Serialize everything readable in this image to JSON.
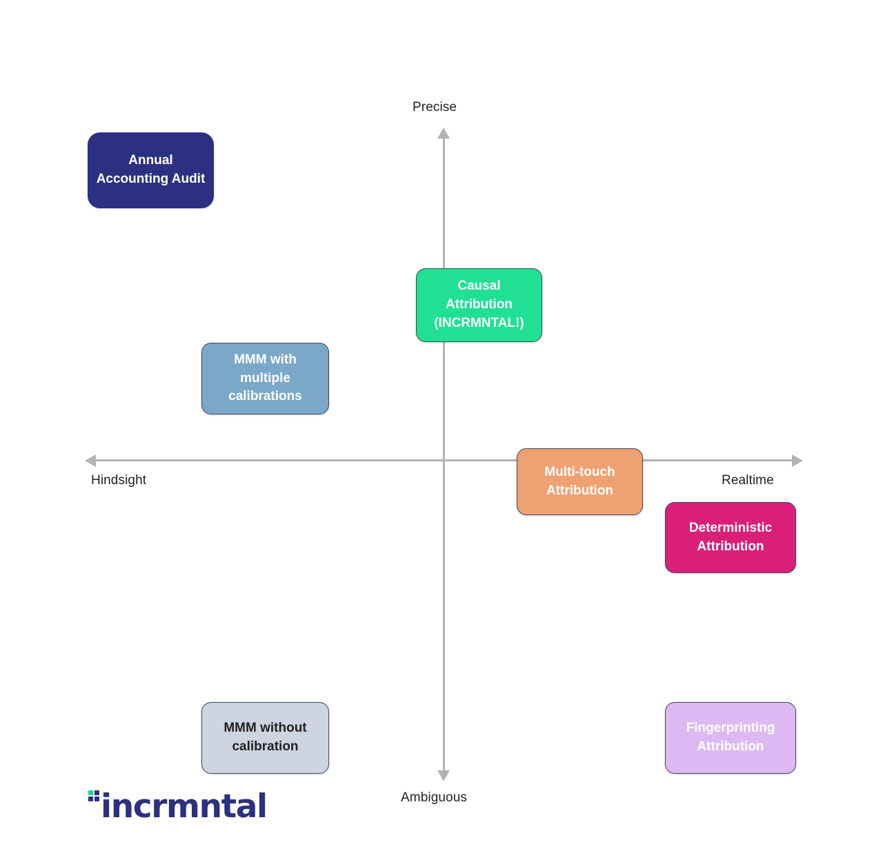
{
  "chart_data": {
    "type": "scatter",
    "title": "",
    "xlabel": "",
    "ylabel": "",
    "axes": {
      "x": {
        "left_label": "Hindsight",
        "right_label": "Realtime"
      },
      "y": {
        "top_label": "Precise",
        "bottom_label": "Ambiguous"
      }
    },
    "grid": false,
    "legend": "none",
    "items": [
      {
        "id": "annual-accounting-audit",
        "label": "Annual\nAccounting Audit",
        "line1": "Annual",
        "line2": "Accounting Audit",
        "line3": "",
        "quadrant": "precise-hindsight",
        "x": -0.78,
        "y": 0.88,
        "color": "#2b3180",
        "text_color": "#ffffff"
      },
      {
        "id": "causal-attribution",
        "label": "Causal\nAttribution\n(INCRMNTAL!)",
        "line1": "Causal",
        "line2": "Attribution",
        "line3": "(INCRMNTAL!)",
        "quadrant": "precise-center",
        "x": 0.02,
        "y": 0.53,
        "color": "#1fe093",
        "text_color": "#ffffff"
      },
      {
        "id": "mmm-with-multiple-calibrations",
        "label": "MMM with\nmultiple\ncalibrations",
        "line1": "MMM with",
        "line2": "multiple",
        "line3": "calibrations",
        "quadrant": "precise-hindsight",
        "x": -0.46,
        "y": 0.3,
        "color": "#7ba8c9",
        "text_color": "#ffffff"
      },
      {
        "id": "multi-touch-attribution",
        "label": "Multi-touch\nAttribution",
        "line1": "Multi-touch",
        "line2": "Attribution",
        "line3": "",
        "quadrant": "center-realtime",
        "x": 0.33,
        "y": -0.02,
        "color": "#efa171",
        "text_color": "#ffffff"
      },
      {
        "id": "deterministic-attribution",
        "label": "Deterministic\nAttribution",
        "line1": "Deterministic",
        "line2": "Attribution",
        "line3": "",
        "quadrant": "ambiguous-realtime",
        "x": 0.76,
        "y": -0.14,
        "color": "#d91f77",
        "text_color": "#ffffff"
      },
      {
        "id": "mmm-without-calibration",
        "label": "MMM without\ncalibration",
        "line1": "MMM without",
        "line2": "calibration",
        "line3": "",
        "quadrant": "ambiguous-hindsight",
        "x": -0.46,
        "y": -0.76,
        "color": "#ced4e0",
        "text_color": "#231f20"
      },
      {
        "id": "fingerprinting-attribution",
        "label": "Fingerprinting\nAttribution",
        "line1": "Fingerprinting",
        "line2": "Attribution",
        "line3": "",
        "quadrant": "ambiguous-realtime",
        "x": 0.76,
        "y": -0.76,
        "color": "#dcb9f2",
        "text_color": "#ffffff"
      }
    ]
  },
  "axes": {
    "top_label": "Precise",
    "bottom_label": "Ambiguous",
    "left_label": "Hindsight",
    "right_label": "Realtime",
    "line_color": "#b1b3b6"
  },
  "boxes": {
    "annual_accounting_audit": {
      "line1": "Annual",
      "line2": "Accounting Audit"
    },
    "causal_attribution": {
      "line1": "Causal",
      "line2": "Attribution",
      "line3": "(INCRMNTAL!)"
    },
    "mmm_with_multiple_calibrations": {
      "line1": "MMM with",
      "line2": "multiple",
      "line3": "calibrations"
    },
    "multi_touch_attribution": {
      "line1": "Multi-touch",
      "line2": "Attribution"
    },
    "deterministic_attribution": {
      "line1": "Deterministic",
      "line2": "Attribution"
    },
    "mmm_without_calibration": {
      "line1": "MMM without",
      "line2": "calibration"
    },
    "fingerprinting_attribution": {
      "line1": "Fingerprinting",
      "line2": "Attribution"
    }
  },
  "logo": {
    "wordmark": "incrmntal",
    "mark_accent_color": "#14e08c",
    "brand_color": "#2b3180"
  }
}
